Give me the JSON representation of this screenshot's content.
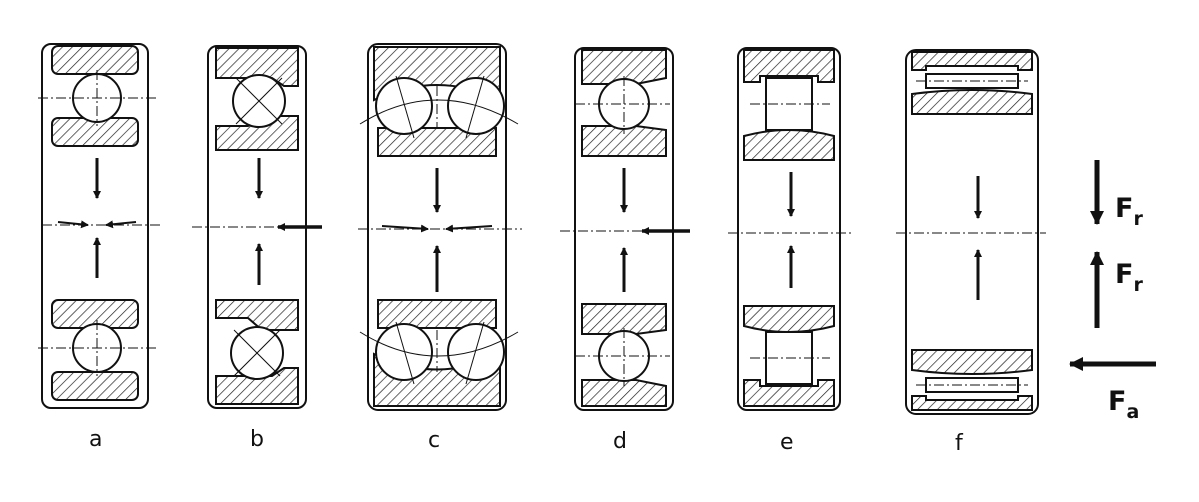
{
  "bearings": [
    {
      "id": "a",
      "label": "a"
    },
    {
      "id": "b",
      "label": "b"
    },
    {
      "id": "c",
      "label": "c"
    },
    {
      "id": "d",
      "label": "d"
    },
    {
      "id": "e",
      "label": "e"
    },
    {
      "id": "f",
      "label": "f"
    }
  ],
  "legend": {
    "radial_down": {
      "main": "F",
      "sub": "r"
    },
    "radial_up": {
      "main": "F",
      "sub": "r"
    },
    "axial": {
      "main": "F",
      "sub": "a"
    }
  }
}
